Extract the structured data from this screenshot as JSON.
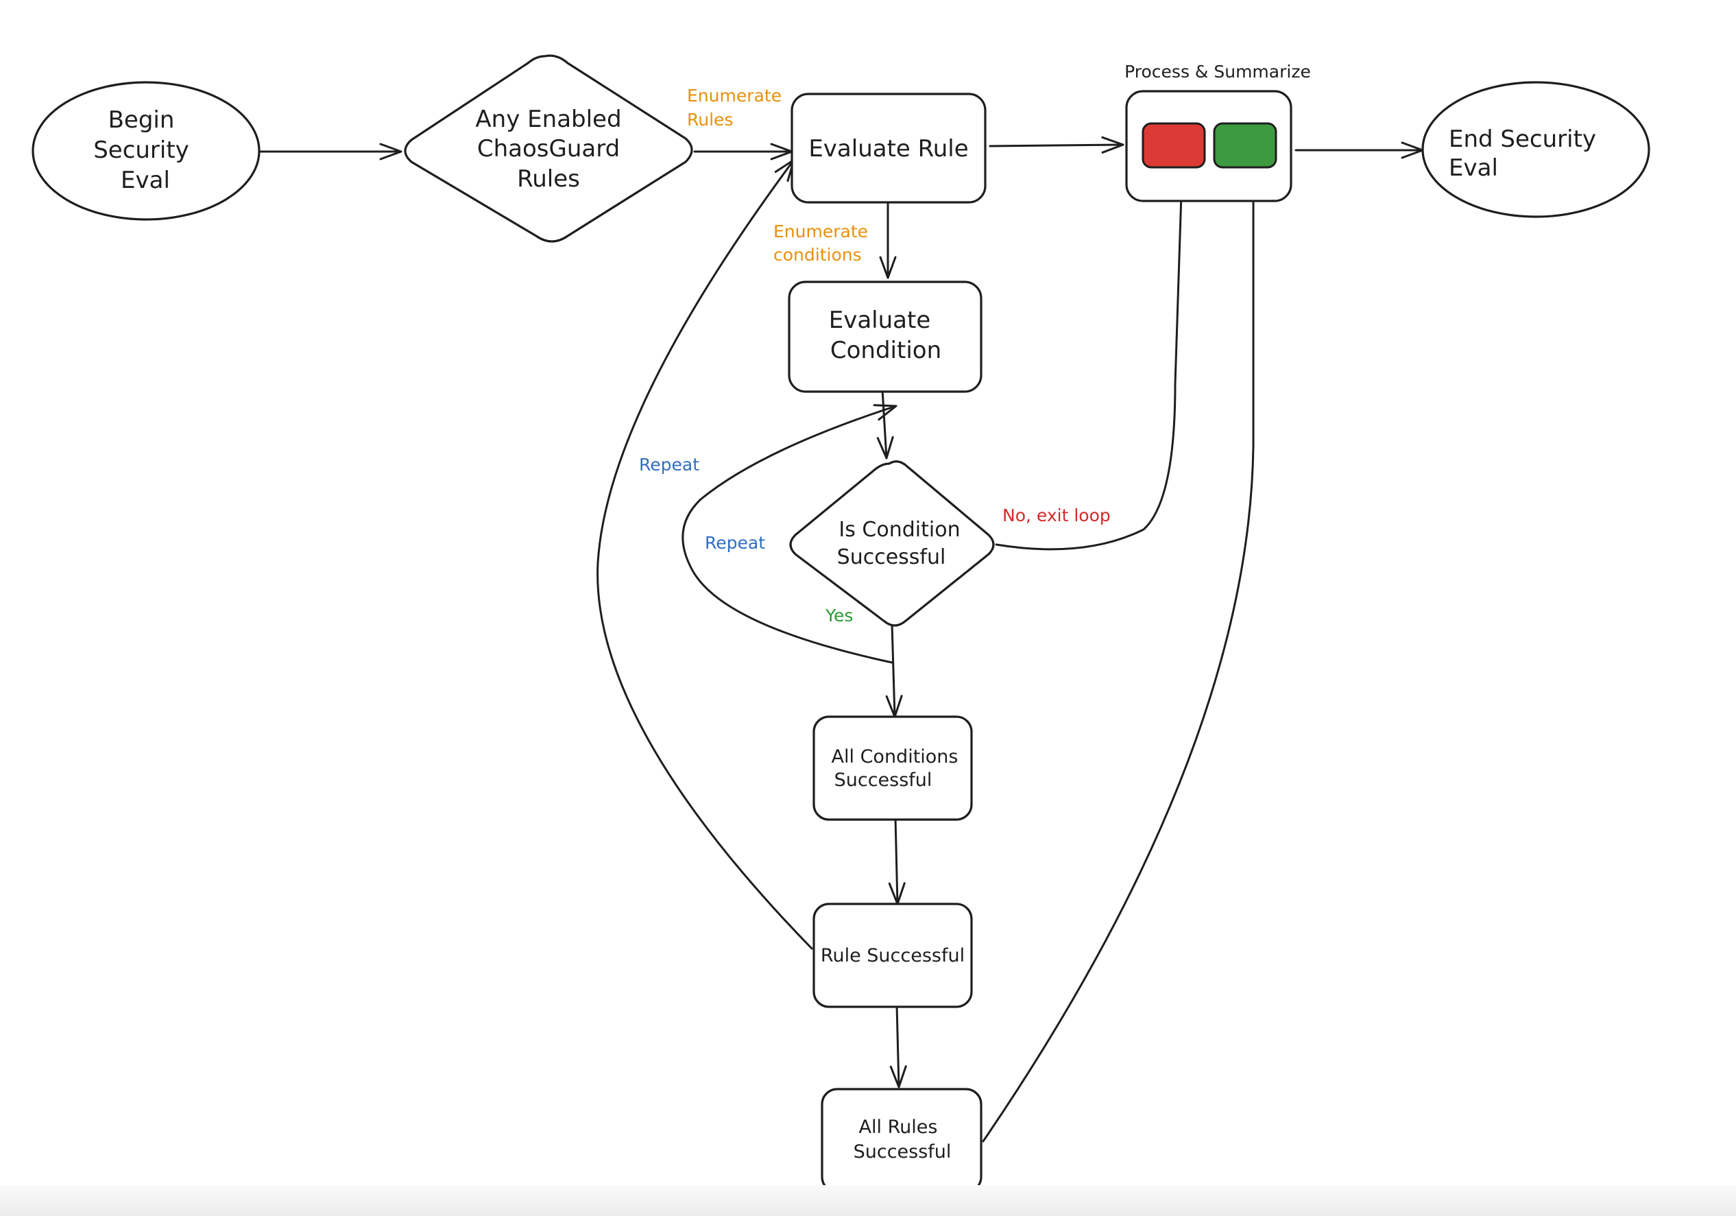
{
  "diagram": {
    "nodes": {
      "begin": [
        "Begin",
        "Security",
        "Eval"
      ],
      "any_enabled": [
        "Any Enabled",
        "ChaosGuard",
        "Rules"
      ],
      "evaluate_rule": [
        "Evaluate Rule"
      ],
      "process_title": "Process & Summarize",
      "end": [
        "End Security",
        "Eval"
      ],
      "evaluate_condition": [
        "Evaluate",
        "Condition"
      ],
      "is_condition": [
        "Is Condition",
        "Successful"
      ],
      "all_conditions": [
        "All Conditions",
        "Successful"
      ],
      "rule_successful": [
        "Rule Successful"
      ],
      "all_rules": [
        "All Rules",
        "Successful"
      ]
    },
    "edge_labels": {
      "enumerate_rules": [
        "Enumerate",
        "Rules"
      ],
      "enumerate_conditions": [
        "Enumerate",
        "conditions"
      ],
      "repeat_outer": "Repeat",
      "repeat_inner": "Repeat",
      "no_exit": "No, exit loop",
      "yes": "Yes"
    },
    "colors": {
      "enumerate": "#e8900c",
      "repeat": "#2f6ec2",
      "no_exit": "#d32a2a",
      "yes": "#2e9a33",
      "fail_box": "#dc3b35",
      "pass_box": "#3d9a3f"
    }
  }
}
